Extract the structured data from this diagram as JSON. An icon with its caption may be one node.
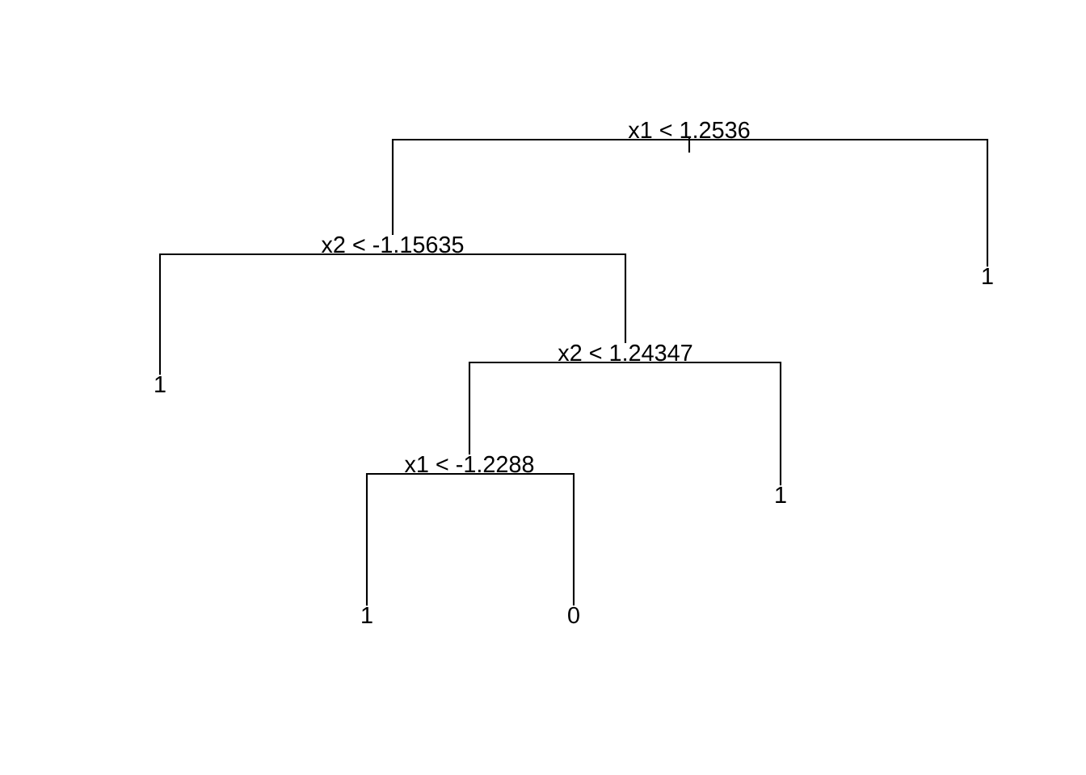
{
  "diagram": {
    "nodes": [
      {
        "text": [
          "x1 < 1.2536"
        ]
      },
      {
        "text": [
          "x2 < -1.15635"
        ]
      },
      {
        "text": [
          "1"
        ]
      },
      {
        "text": [
          "x2 < 1.24347"
        ]
      },
      {
        "text": [
          "x1 < -1.2288"
        ]
      },
      {
        "text": [
          "1"
        ]
      },
      {
        "text": [
          "0"
        ]
      },
      {
        "text": [
          "1"
        ]
      },
      {
        "text": [
          "1"
        ]
      }
    ],
    "edges": [
      {
        "from": 0,
        "to": 1,
        "arrow": "none"
      },
      {
        "from": 0,
        "to": 8,
        "arrow": "none"
      },
      {
        "from": 1,
        "to": 2,
        "arrow": "none"
      },
      {
        "from": 1,
        "to": 3,
        "arrow": "none"
      },
      {
        "from": 3,
        "to": 4,
        "arrow": "none"
      },
      {
        "from": 3,
        "to": 7,
        "arrow": "none"
      },
      {
        "from": 4,
        "to": 5,
        "arrow": "none"
      },
      {
        "from": 4,
        "to": 6,
        "arrow": "none"
      }
    ]
  }
}
